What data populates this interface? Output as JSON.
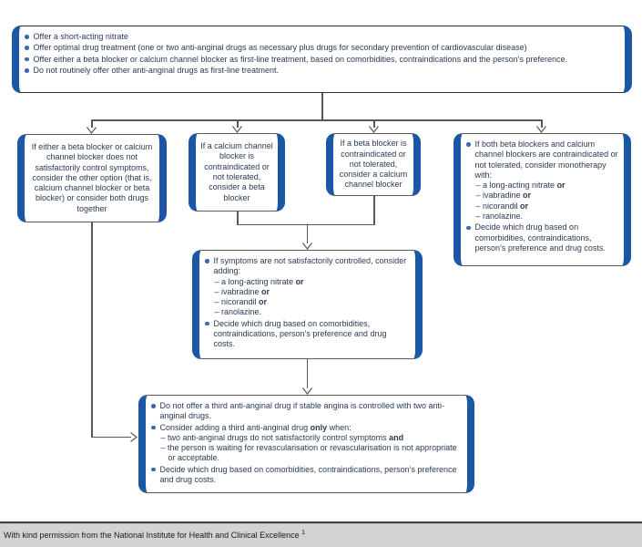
{
  "colors": {
    "accent_blue": "#1b57a5",
    "bullet_blue": "#4168ae",
    "text_navy": "#2b3a55",
    "line_gray": "#58585a",
    "border_gray": "#595a5c",
    "footer_band_gray": "#d3d3d3"
  },
  "boxes": {
    "first_line": {
      "bullets": [
        {
          "pre": "Offer a short-acting nitrate"
        },
        {
          "pre": "Offer optimal drug treatment (one or two anti-anginal drugs as necessary plus drugs for secondary prevention of cardiovascular disease)"
        },
        {
          "pre": "Offer either a beta blocker or calcium channel blocker as first-line treatment, based on comorbidities, contraindications and the person’s preference."
        },
        {
          "pre": "Do not routinely offer other anti-anginal drugs as first-line treatment."
        }
      ]
    },
    "either_not_controlled": {
      "text": "If either a beta blocker or calcium channel blocker does not satisfactorily control symptoms, consider the other option (that is, calcium channel blocker or beta blocker) or consider both drugs together"
    },
    "ccb_contraindicated": {
      "text": "If a calcium channel blocker is contraindicated or not tolerated, consider a beta blocker"
    },
    "bb_contraindicated": {
      "text": "If a beta blocker is contraindicated or not tolerated, consider a calcium channel blocker"
    },
    "both_contraindicated": {
      "bullets": [
        {
          "pre": "If both beta blockers and calcium channel blockers are contraindicated or not tolerated, consider monotherapy with:",
          "subs": [
            {
              "pre": "– a long-acting nitrate ",
              "bold": "or"
            },
            {
              "pre": "– ivabradine ",
              "bold": "or"
            },
            {
              "pre": "– nicorandil ",
              "bold": "or"
            },
            {
              "pre": "– ranolazine."
            }
          ]
        },
        {
          "pre": "Decide which drug based on comorbidities, contraindications, person’s preference and drug costs."
        }
      ]
    },
    "symptoms_not_controlled": {
      "bullets": [
        {
          "pre": "If symptoms are not satisfactorily controlled, consider adding:",
          "subs": [
            {
              "pre": "– a long-acting nitrate ",
              "bold": "or"
            },
            {
              "pre": "– ivabradine ",
              "bold": "or"
            },
            {
              "pre": "– nicorandil ",
              "bold": "or"
            },
            {
              "pre": "– ranolazine."
            }
          ]
        },
        {
          "pre": "Decide which drug based on comorbidities, contraindications, person’s preference and drug costs."
        }
      ]
    },
    "third_drug": {
      "bullets": [
        {
          "pre": "Do not offer a third anti-anginal drug if stable angina is controlled with two anti-anginal drugs."
        },
        {
          "pre": "Consider adding a third anti-anginal drug ",
          "bold": "only",
          "post": " when:",
          "subs": [
            {
              "pre": "– two anti-anginal drugs do not satisfactorily control symptoms ",
              "bold": "and"
            },
            {
              "pre": "– the person is waiting for revascularisation or revascularisation is not appropriate or acceptable."
            }
          ]
        },
        {
          "pre": "Decide which drug based on comorbidities, contraindications, person’s preference and drug costs."
        }
      ]
    }
  },
  "footer": {
    "text": "With kind permission from the National Institute for Health and Clinical Excellence ",
    "superscript": "1"
  }
}
